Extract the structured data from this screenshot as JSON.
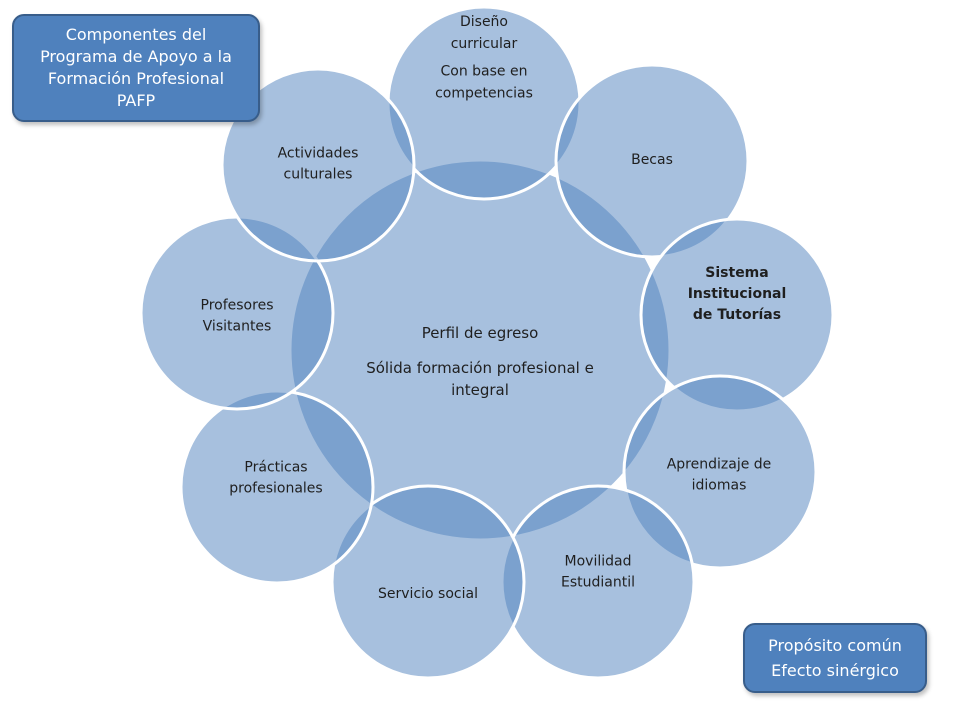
{
  "title_box": {
    "lines": [
      "Componentes del",
      "Programa de Apoyo a la",
      "Formación Profesional",
      "PAFP"
    ]
  },
  "center": {
    "heading": "Perfil de egreso",
    "lines": [
      "Sólida formación profesional e",
      "integral"
    ]
  },
  "components": [
    {
      "lines": [
        "Diseño",
        "curricular",
        "",
        "Con base en",
        "competencias"
      ],
      "bold": false
    },
    {
      "lines": [
        "Becas"
      ],
      "bold": false
    },
    {
      "lines": [
        "Sistema",
        "Institucional",
        "de Tutorías"
      ],
      "bold": true
    },
    {
      "lines": [
        "Aprendizaje de",
        "idiomas"
      ],
      "bold": false
    },
    {
      "lines": [
        "Movilidad",
        "Estudiantil"
      ],
      "bold": false
    },
    {
      "lines": [
        "Servicio social"
      ],
      "bold": false
    },
    {
      "lines": [
        "Prácticas",
        "profesionales"
      ],
      "bold": false
    },
    {
      "lines": [
        "Profesores",
        "Visitantes"
      ],
      "bold": false
    },
    {
      "lines": [
        "Actividades",
        "culturales"
      ],
      "bold": false
    }
  ],
  "purpose_box": {
    "lines": [
      "Propósito común",
      "Efecto sinérgico"
    ]
  },
  "colors": {
    "circle_fill": "#4f81bd",
    "circle_stroke": "#ffffff",
    "text": "#1f1f1f",
    "box_fill": "#4f81bd",
    "box_text": "#ffffff"
  }
}
